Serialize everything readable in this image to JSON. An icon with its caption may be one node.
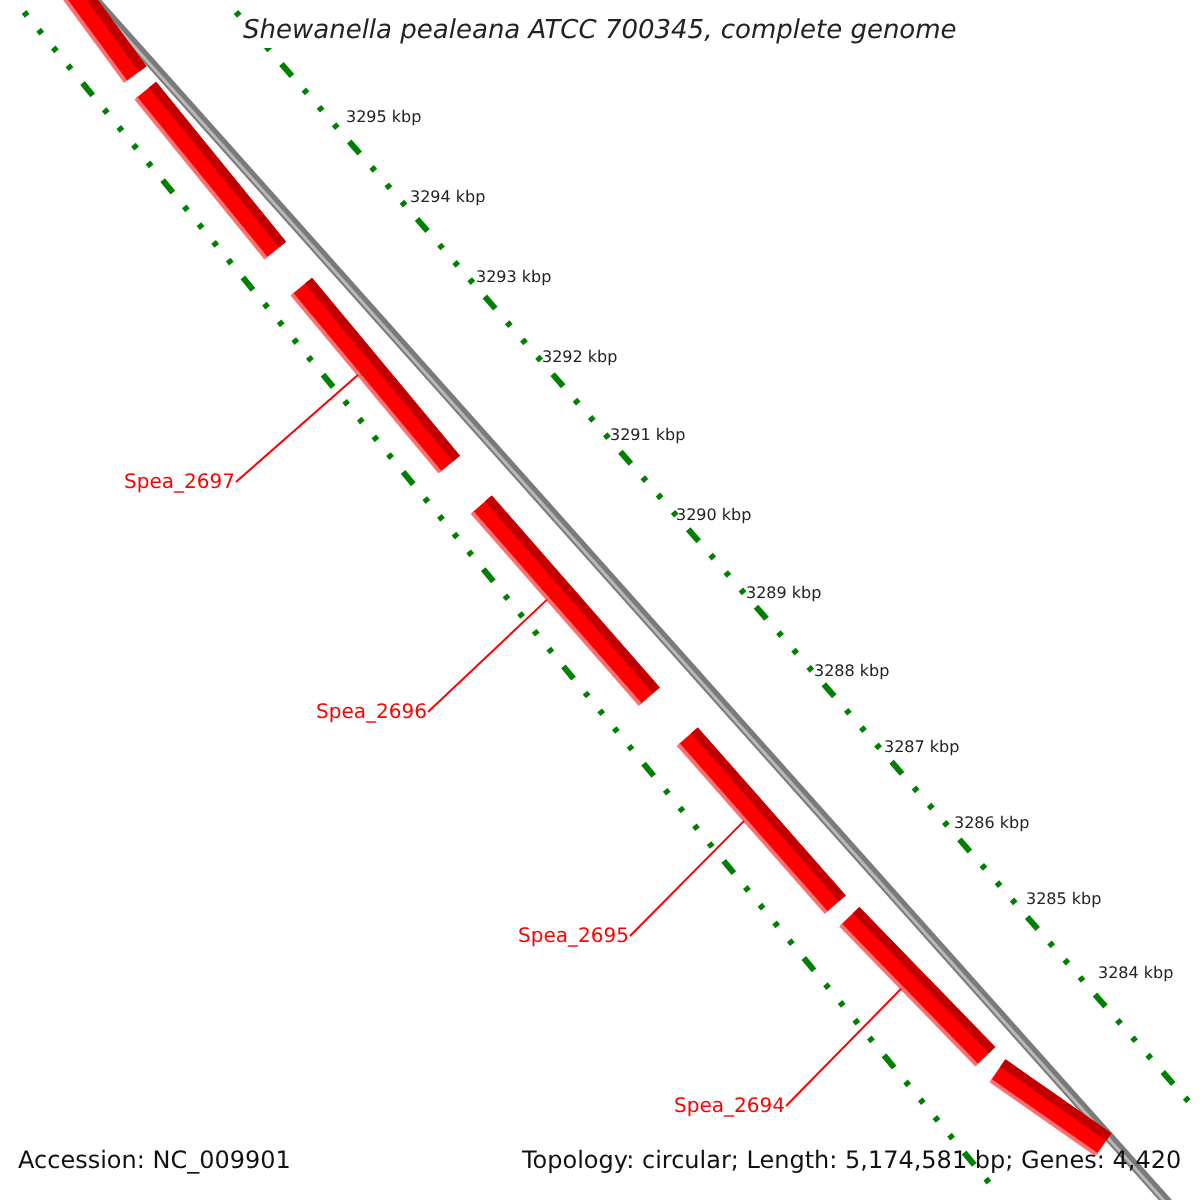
{
  "diagram": {
    "title": "Shewanella pealeana ATCC 700345, complete genome",
    "nodes": [
      {
        "text": [],
        "shape": "bar"
      },
      {
        "text": [],
        "shape": "bar"
      },
      {
        "text": [],
        "shape": "bar"
      },
      {
        "text": [],
        "shape": "bar"
      },
      {
        "text": [],
        "shape": "bar"
      },
      {
        "text": [],
        "shape": "bar"
      },
      {
        "text": [],
        "shape": "bar"
      },
      {
        "text": [
          "Spea_2697"
        ]
      },
      {
        "text": [
          "Spea_2696"
        ]
      },
      {
        "text": [
          "Spea_2695"
        ]
      },
      {
        "text": [
          "Spea_2694"
        ]
      }
    ],
    "edges": [
      {
        "from": 7,
        "to": 2,
        "arrow": "none"
      },
      {
        "from": 8,
        "to": 3,
        "arrow": "none"
      },
      {
        "from": 9,
        "to": 4,
        "arrow": "none"
      },
      {
        "from": 10,
        "to": 5,
        "arrow": "none"
      }
    ],
    "labels": [
      "3295 kbp",
      "3294 kbp",
      "3293 kbp",
      "3292 kbp",
      "3291 kbp",
      "3290 kbp",
      "3289 kbp",
      "3288 kbp",
      "3287 kbp",
      "3286 kbp",
      "3285 kbp",
      "3284 kbp",
      "Accession: NC_009901",
      "Topology: circular; Length: 5,174,581 bp; Genes: 4,420"
    ]
  }
}
